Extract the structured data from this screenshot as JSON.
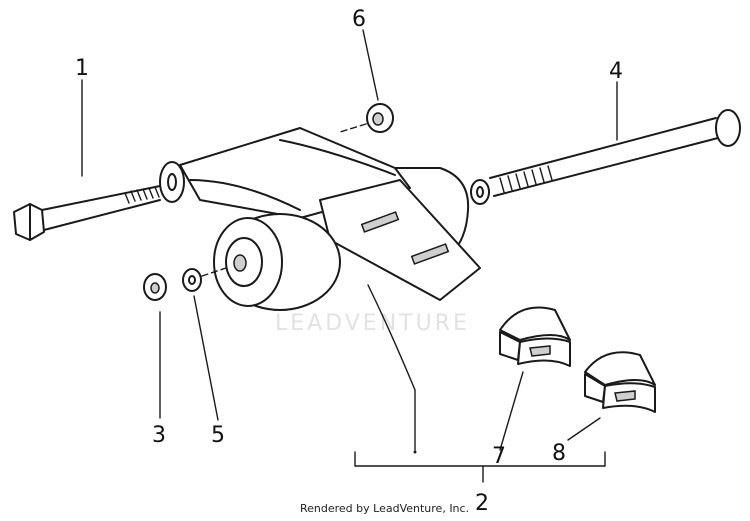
{
  "diagram": {
    "callouts": [
      "1",
      "2",
      "3",
      "4",
      "5",
      "6",
      "7",
      "8"
    ],
    "watermark": "LEADVENTURE",
    "footer": "Rendered by LeadVenture, Inc."
  }
}
